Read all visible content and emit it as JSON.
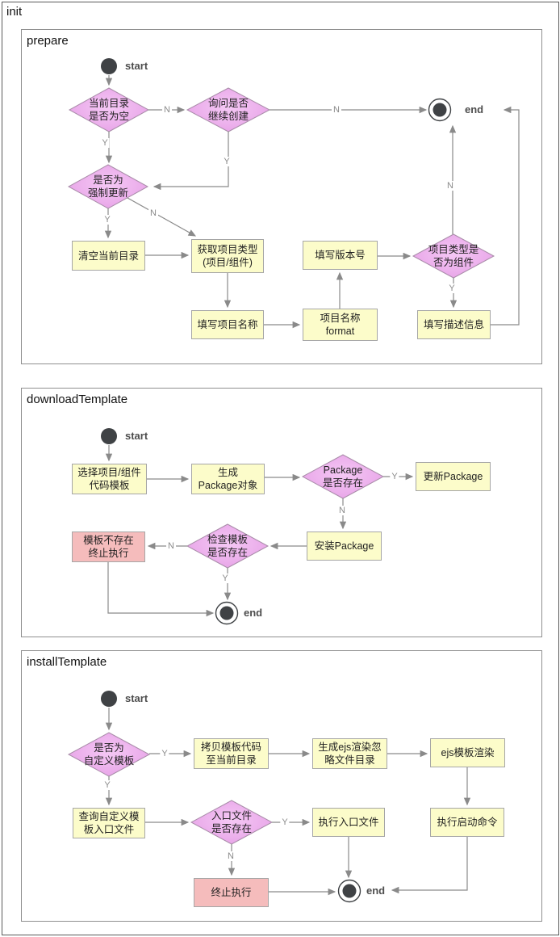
{
  "title": "init",
  "branch": {
    "yes": "Y",
    "no": "N"
  },
  "terminals": {
    "start": "start",
    "end": "end"
  },
  "colors": {
    "process_fill": "#fcfcca",
    "process_border": "#a6a6a6",
    "decision_fill_center": "#f5c8f5",
    "decision_fill_edge": "#e6a0e6",
    "decision_border": "#a98ca9",
    "error_fill": "#f5bcbc",
    "line": "#8a8a8a",
    "terminal_fill": "#3f4245",
    "text": "#1f1f1f",
    "section_border": "#8f8f8f",
    "outer_border": "#5a5a5a"
  },
  "sections": [
    {
      "title": "prepare",
      "nodes": {
        "dir_empty": "当前目录\n是否为空",
        "ask_continue": "询问是否\n继续创建",
        "force_update": "是否为\n强制更新",
        "clear_dir": "清空当前目录",
        "get_type": "获取项目类型\n(项目/组件)",
        "fill_name": "填写项目名称",
        "name_format": "项目名称\nformat",
        "fill_version": "填写版本号",
        "is_component": "项目类型是\n否为组件",
        "fill_desc": "填写描述信息"
      }
    },
    {
      "title": "downloadTemplate",
      "nodes": {
        "select_tpl": "选择项目/组件\n代码模板",
        "gen_pkg": "生成\nPackage对象",
        "pkg_exists": "Package\n是否存在",
        "update_pkg": "更新Package",
        "install_pkg": "安装Package",
        "check_tpl": "检查模板\n是否存在",
        "tpl_missing": "模板不存在\n终止执行"
      }
    },
    {
      "title": "installTemplate",
      "nodes": {
        "is_custom": "是否为\n自定义模板",
        "copy_tpl": "拷贝模板代码\n至当前目录",
        "gen_ignore": "生成ejs渲染忽\n略文件目录",
        "ejs_render": "ejs模板渲染",
        "exec_start": "执行启动命令",
        "query_entry": "查询自定义模\n板入口文件",
        "entry_exists": "入口文件\n是否存在",
        "exec_entry": "执行入口文件",
        "terminate": "终止执行"
      }
    }
  ]
}
